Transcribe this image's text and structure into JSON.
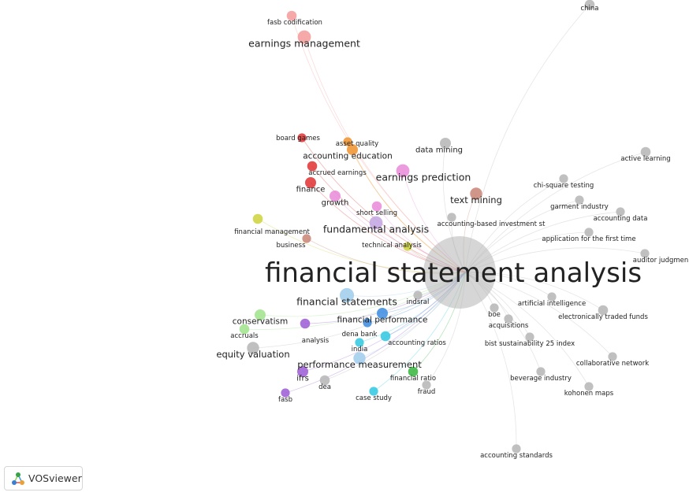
{
  "colors": {
    "grey": "#b5b5b5",
    "red": "#e03030",
    "salmon": "#f39a9a",
    "orange": "#f0922e",
    "pink": "#e98ad8",
    "lavender": "#c2a4e2",
    "brown": "#c78474",
    "olive": "#cdd33a",
    "blue": "#3a8be0",
    "lightblue": "#9fcdec",
    "green": "#35b53c",
    "lightgreen": "#9ee38a",
    "purple": "#9b5ad6",
    "cyan": "#2ec8e0"
  },
  "terms": [
    {
      "label": "financial statement analysis",
      "cluster": "grey",
      "size": 34
    },
    {
      "label": "china",
      "cluster": "grey",
      "size": 9
    },
    {
      "label": "fasb codification",
      "cluster": "salmon",
      "size": 9
    },
    {
      "label": "earnings management",
      "cluster": "salmon",
      "size": 12
    },
    {
      "label": "board games",
      "cluster": "red",
      "size": 8
    },
    {
      "label": "asset quality",
      "cluster": "orange",
      "size": 8
    },
    {
      "label": "accounting education",
      "cluster": "orange",
      "size": 10
    },
    {
      "label": "accrued earnings",
      "cluster": "red",
      "size": 9
    },
    {
      "label": "data mining",
      "cluster": "grey",
      "size": 10
    },
    {
      "label": "active learning",
      "cluster": "grey",
      "size": 9
    },
    {
      "label": "earnings prediction",
      "cluster": "pink",
      "size": 12
    },
    {
      "label": "finance",
      "cluster": "red",
      "size": 10
    },
    {
      "label": "chi-square testing",
      "cluster": "grey",
      "size": 8
    },
    {
      "label": "text mining",
      "cluster": "brown",
      "size": 11
    },
    {
      "label": "growth",
      "cluster": "pink",
      "size": 10
    },
    {
      "label": "garment industry",
      "cluster": "grey",
      "size": 8
    },
    {
      "label": "short selling",
      "cluster": "pink",
      "size": 9
    },
    {
      "label": "accounting data",
      "cluster": "grey",
      "size": 8
    },
    {
      "label": "accounting-based investment st",
      "cluster": "grey",
      "size": 8
    },
    {
      "label": "fundamental analysis",
      "cluster": "lavender",
      "size": 12
    },
    {
      "label": "financial management",
      "cluster": "olive",
      "size": 9
    },
    {
      "label": "application for the first time",
      "cluster": "grey",
      "size": 8
    },
    {
      "label": "business",
      "cluster": "brown",
      "size": 8
    },
    {
      "label": "technical analysis",
      "cluster": "olive",
      "size": 8
    },
    {
      "label": "auditor judgmen",
      "cluster": "grey",
      "size": 8
    },
    {
      "label": "financial statements",
      "cluster": "lightblue",
      "size": 13
    },
    {
      "label": "indsral",
      "cluster": "grey",
      "size": 8
    },
    {
      "label": "artificial intelligence",
      "cluster": "grey",
      "size": 8
    },
    {
      "label": "boe",
      "cluster": "grey",
      "size": 8
    },
    {
      "label": "electronically traded funds",
      "cluster": "grey",
      "size": 9
    },
    {
      "label": "acquisitions",
      "cluster": "grey",
      "size": 8
    },
    {
      "label": "conservatism",
      "cluster": "lightgreen",
      "size": 10
    },
    {
      "label": "financial performance",
      "cluster": "blue",
      "size": 10
    },
    {
      "label": "dena bank",
      "cluster": "blue",
      "size": 8
    },
    {
      "label": "accruals",
      "cluster": "lightgreen",
      "size": 9
    },
    {
      "label": "analysis",
      "cluster": "purple",
      "size": 9
    },
    {
      "label": "accounting ratios",
      "cluster": "cyan",
      "size": 9
    },
    {
      "label": "bist sustainability 25 index",
      "cluster": "grey",
      "size": 8
    },
    {
      "label": "india",
      "cluster": "cyan",
      "size": 8
    },
    {
      "label": "equity valuation",
      "cluster": "grey",
      "size": 11
    },
    {
      "label": "performance measurement",
      "cluster": "lightblue",
      "size": 11
    },
    {
      "label": "collaborative network",
      "cluster": "grey",
      "size": 8
    },
    {
      "label": "ifrs",
      "cluster": "purple",
      "size": 10
    },
    {
      "label": "beverage industry",
      "cluster": "grey",
      "size": 8
    },
    {
      "label": "financial ratio",
      "cluster": "green",
      "size": 9
    },
    {
      "label": "dea",
      "cluster": "grey",
      "size": 9
    },
    {
      "label": "fraud",
      "cluster": "grey",
      "size": 8
    },
    {
      "label": "kohonen maps",
      "cluster": "grey",
      "size": 8
    },
    {
      "label": "fasb",
      "cluster": "purple",
      "size": 8
    },
    {
      "label": "case study",
      "cluster": "cyan",
      "size": 8
    },
    {
      "label": "accounting standards",
      "cluster": "grey",
      "size": 8
    }
  ],
  "brand": {
    "name": "VOSviewer",
    "icon": "vosviewer-logo-icon"
  }
}
